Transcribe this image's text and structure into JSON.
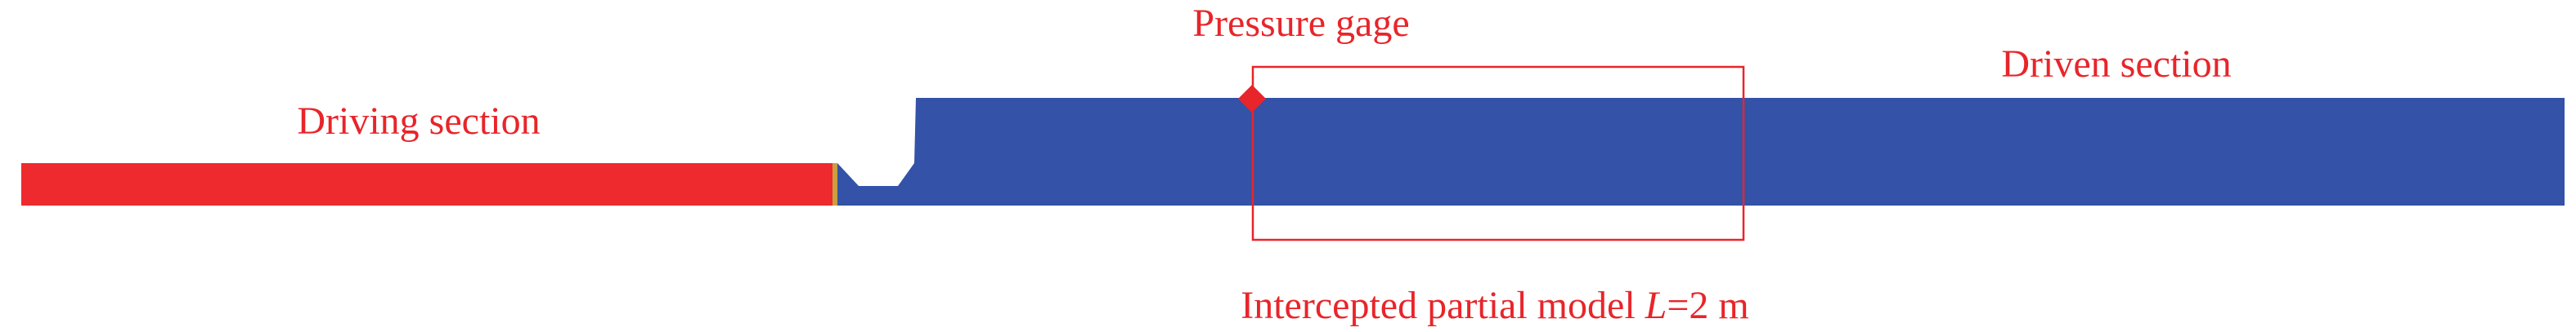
{
  "labels": {
    "pressure_gage": "Pressure gage",
    "driving_section": "Driving section",
    "driven_section": "Driven section",
    "intercepted_prefix": "Intercepted partial model ",
    "intercepted_var": "L",
    "intercepted_suffix": "=2 m"
  },
  "colors": {
    "driving": "#ee2a2e",
    "driven": "#3352a8",
    "annotation": "#e8252a",
    "interface": "#c8a040"
  }
}
